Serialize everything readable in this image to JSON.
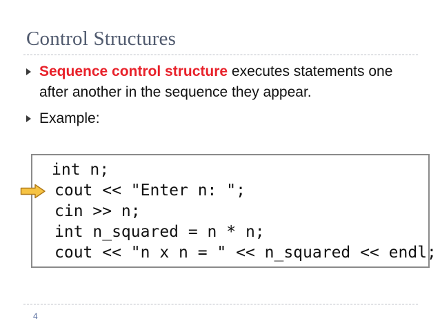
{
  "slide": {
    "title": "Control Structures",
    "page_number": "4"
  },
  "bullets": [
    {
      "highlight": "Sequence control structure",
      "rest": " executes statements one after another in the sequence they appear."
    },
    {
      "text": "Example:"
    }
  ],
  "code": {
    "lines": [
      "int n;",
      "cout << \"Enter n: \";",
      "cin >> n;",
      "int n_squared = n * n;",
      "cout << \"n x n = \" << n_squared << endl;"
    ],
    "current_line_index": 1
  },
  "colors": {
    "title": "#505a6e",
    "highlight": "#e8212a",
    "arrow_fill": "#f6c343",
    "arrow_stroke": "#b07a1a",
    "code_border": "#8a8a8a",
    "page_number": "#5b6fa0"
  },
  "icons": {
    "bullet_marker": "triangle-right-icon",
    "current_line_pointer": "arrow-right-icon"
  }
}
